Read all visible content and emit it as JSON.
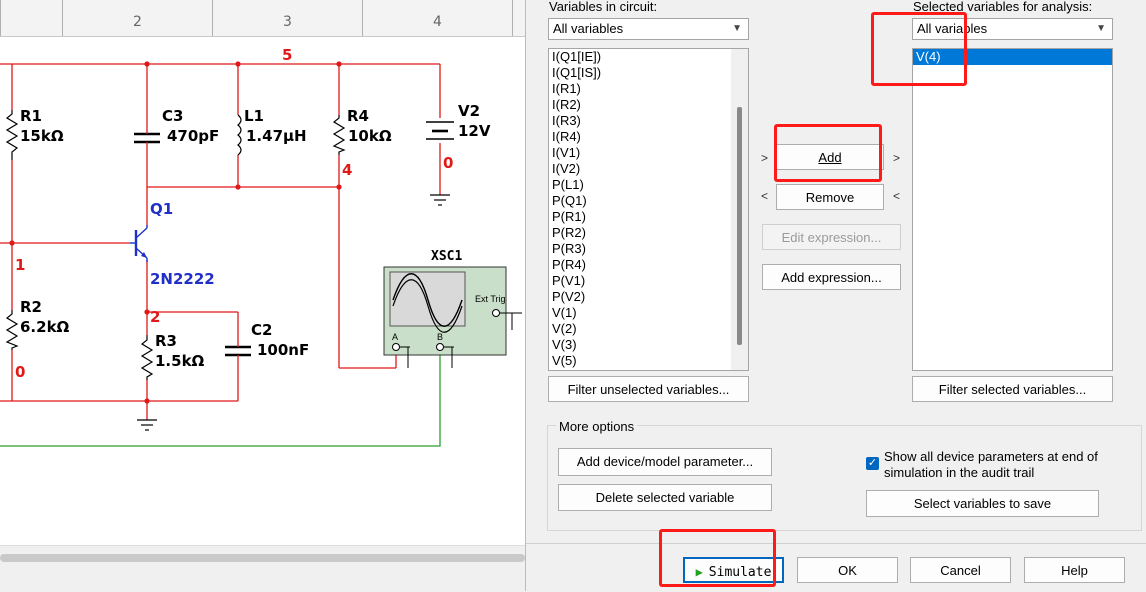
{
  "schematic": {
    "ruler_numbers": [
      "2",
      "3",
      "4"
    ],
    "components": {
      "R1": {
        "name": "R1",
        "value": "15kΩ"
      },
      "C3": {
        "name": "C3",
        "value": "470pF"
      },
      "L1": {
        "name": "L1",
        "value": "1.47µH"
      },
      "R4": {
        "name": "R4",
        "value": "10kΩ"
      },
      "V2": {
        "name": "V2",
        "value": "12V"
      },
      "Q1": {
        "name": "Q1",
        "value": "2N2222"
      },
      "R2": {
        "name": "R2",
        "value": "6.2kΩ"
      },
      "R3": {
        "name": "R3",
        "value": "1.5kΩ"
      },
      "C2": {
        "name": "C2",
        "value": "100nF"
      }
    },
    "nodes": {
      "n5": "5",
      "n4": "4",
      "n1": "1",
      "n2": "2",
      "n0a": "0",
      "n0b": "0"
    },
    "oscilloscope": {
      "name": "XSC1",
      "ext_trig": "Ext Trig",
      "ch_a": "A",
      "ch_b": "B"
    }
  },
  "dialog": {
    "variables_label": "Variables in circuit:",
    "variables_filter": "All variables",
    "variables": [
      "I(Q1[IE])",
      "I(Q1[IS])",
      "I(R1)",
      "I(R2)",
      "I(R3)",
      "I(R4)",
      "I(V1)",
      "I(V2)",
      "P(L1)",
      "P(Q1)",
      "P(R1)",
      "P(R2)",
      "P(R3)",
      "P(R4)",
      "P(V1)",
      "P(V2)",
      "V(1)",
      "V(2)",
      "V(3)",
      "V(5)"
    ],
    "selected_label": "Selected variables for analysis:",
    "selected_filter": "All variables",
    "selected": [
      "V(4)"
    ],
    "add": "Add",
    "remove": "Remove",
    "edit_expression": "Edit expression...",
    "add_expression": "Add expression...",
    "filter_unselected": "Filter unselected variables...",
    "filter_selected": "Filter selected variables...",
    "more_options": "More options",
    "add_device_param": "Add device/model parameter...",
    "delete_selected": "Delete selected variable",
    "show_params_line1": "Show all device parameters at end of",
    "show_params_line2": "simulation in the audit trail",
    "show_params_checked": true,
    "select_to_save": "Select variables to save",
    "simulate": "Simulate",
    "ok": "OK",
    "cancel": "Cancel",
    "help": "Help"
  }
}
